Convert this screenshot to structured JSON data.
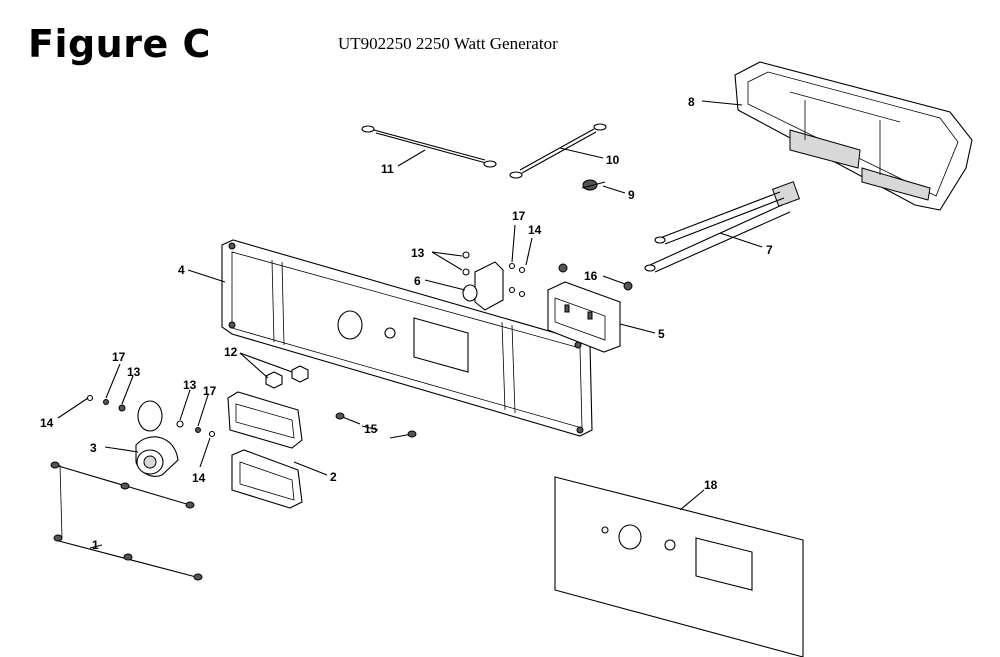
{
  "figure": {
    "title": "Figure C",
    "subtitle": "UT902250 2250 Watt Generator"
  },
  "callouts": [
    "1",
    "2",
    "3",
    "4",
    "5",
    "6",
    "7",
    "8",
    "9",
    "10",
    "11",
    "12",
    "13",
    "13",
    "13",
    "14",
    "14",
    "14",
    "15",
    "16",
    "17",
    "17",
    "17",
    "18"
  ]
}
